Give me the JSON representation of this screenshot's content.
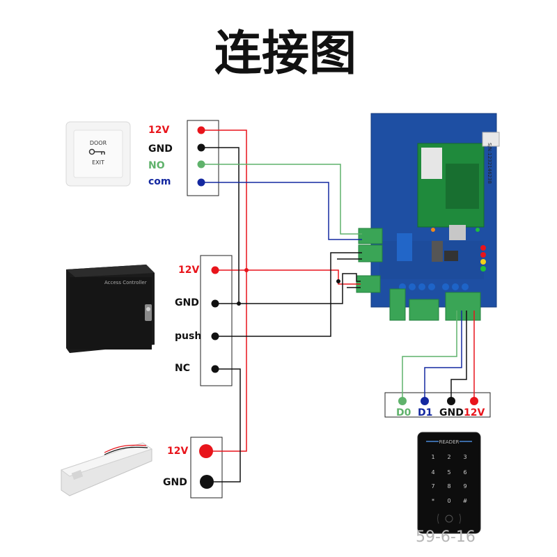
{
  "title": "连接图",
  "exit_button": {
    "line1": "DOOR",
    "line2": "EXIT",
    "terminals": [
      {
        "label": "12V",
        "color": "#e8141b"
      },
      {
        "label": "GND",
        "color": "#111111"
      },
      {
        "label": "NO",
        "color": "#5fb26b"
      },
      {
        "label": "com",
        "color": "#1428a0"
      }
    ]
  },
  "power_supply": {
    "case_label": "Access Controller",
    "terminals": [
      {
        "label": "12V",
        "color": "#e8141b"
      },
      {
        "label": "GND",
        "color": "#111111"
      },
      {
        "label": "push",
        "color": "#111111"
      },
      {
        "label": "NC",
        "color": "#111111"
      }
    ]
  },
  "magnetic_lock": {
    "terminals": [
      {
        "label": "12V",
        "color": "#e8141b"
      },
      {
        "label": "GND",
        "color": "#111111"
      }
    ]
  },
  "controller_board": {
    "serial": "S/N:1232146238"
  },
  "reader": {
    "brand": "READER",
    "keys": [
      "1",
      "2",
      "3",
      "4",
      "5",
      "6",
      "7",
      "8",
      "9",
      "*",
      "0",
      "#"
    ],
    "terminals": [
      {
        "label": "D0",
        "color": "#5fb26b"
      },
      {
        "label": "D1",
        "color": "#1428a0"
      },
      {
        "label": "GND",
        "color": "#111111"
      },
      {
        "label": "12V",
        "color": "#e8141b"
      }
    ]
  },
  "watermark": "59-6-16"
}
